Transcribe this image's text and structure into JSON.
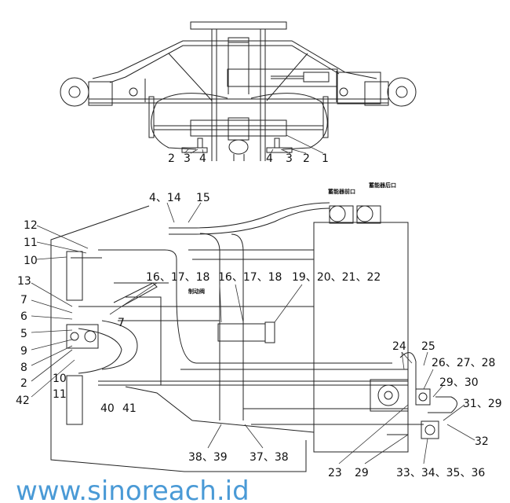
{
  "diagram": {
    "top_labels": [
      "2",
      "3",
      "4",
      "4",
      "3",
      "2",
      "1"
    ],
    "labels": {
      "l4_14": "4、14",
      "l15": "15",
      "l12": "12",
      "l11a": "11",
      "l10a": "10",
      "l13": "13",
      "l7": "7",
      "l6": "6",
      "l5": "5",
      "l9": "9",
      "l8": "8",
      "l2": "2",
      "l42": "42",
      "l10b": "10",
      "l11b": "11",
      "l40": "40",
      "l41": "41",
      "l7b": "7",
      "l16a": "16、17、18",
      "l16b": "16、17、18",
      "l19": "19、20、21、22",
      "l24": "24",
      "l25": "25",
      "l26": "26、27、28",
      "l29_30": "29、30",
      "l31_29": "31、29",
      "l32": "32",
      "l23": "23",
      "l29": "29",
      "l33": "33、34、35、36",
      "l38_39": "38、39",
      "l37_38": "37、38"
    },
    "chinese_labels": {
      "accumulator_front": "蓄能器前口",
      "accumulator_rear": "蓄能器后口",
      "brake_valve": "制动阀"
    },
    "watermark": "www.sinoreach.id",
    "watermark_color": "#4a9ad6"
  }
}
